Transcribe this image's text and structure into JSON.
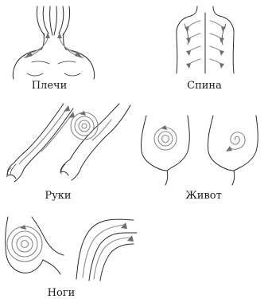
{
  "captions": {
    "shoulders": "Плечи",
    "back": "Спина",
    "arms": "Руки",
    "belly": "Живот",
    "legs": "Ноги"
  },
  "colors": {
    "outline": "#2b2b2b",
    "guide": "#8a8a8a",
    "arrow": "#6f6f6f",
    "text": "#1a1a1a"
  }
}
